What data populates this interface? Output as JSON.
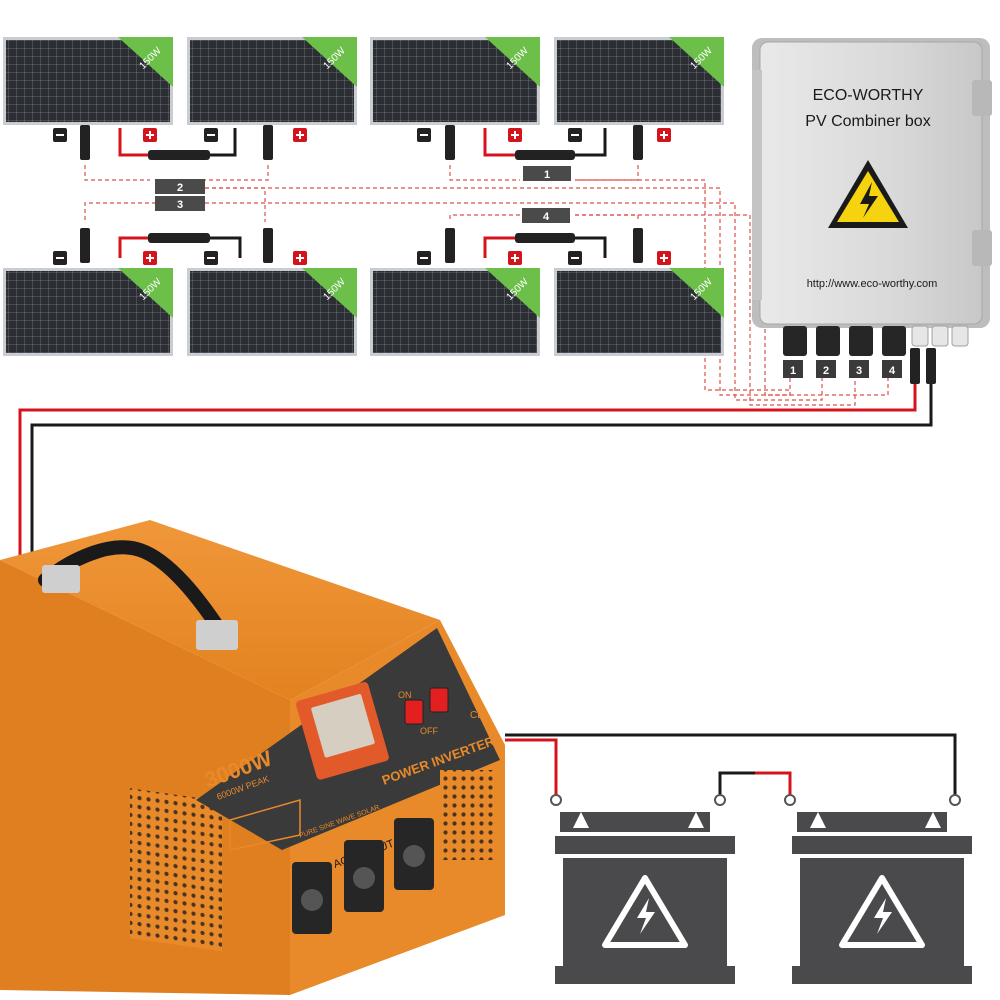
{
  "panels": {
    "watt_label": "150W",
    "count": 8,
    "neg_symbol": "−",
    "pos_symbol": "+"
  },
  "strings": {
    "tags": [
      "1",
      "2",
      "3",
      "4"
    ]
  },
  "combiner": {
    "brand": "ECO-WORTHY",
    "name": "PV Combiner box",
    "url": "http://www.eco-worthy.com",
    "inputs": [
      "1",
      "2",
      "3",
      "4"
    ]
  },
  "inverter": {
    "power": "3000W",
    "peak": "6000W PEAK",
    "title": "POWER INVERTER",
    "subtitle": "PURE SINE WAVE SOLAR",
    "ac_output": "AC OUTPUT",
    "switch_on": "ON",
    "switch_off": "OFF",
    "ce": "CE"
  },
  "batteries": {
    "count": 2
  },
  "colors": {
    "inverter_orange": "#e8892a",
    "inverter_dark": "#3a3a3a",
    "battery_gray": "#4a4a4c",
    "panel_green": "#6cc04a",
    "wire_positive": "#d4141c",
    "wire_negative": "#1a1a1a"
  }
}
